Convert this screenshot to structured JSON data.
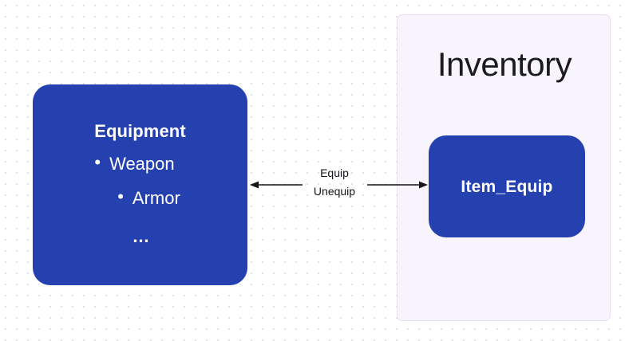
{
  "diagram": {
    "background": {
      "style": "dot-grid",
      "dot_color": "#dcdcdc",
      "page_color": "#ffffff"
    },
    "colors": {
      "node_blue": "#2541AF",
      "node_text": "#ffffff",
      "group_fill": "#f8f4fd",
      "group_border": "#e9dff7",
      "arrow": "#16161a"
    },
    "nodes": {
      "equipment": {
        "title": "Equipment",
        "items": [
          {
            "bullet": "•",
            "label": "Weapon"
          },
          {
            "bullet": "•",
            "label": "Armor"
          }
        ],
        "ellipsis": "…"
      },
      "item_equip": {
        "label": "Item_Equip"
      }
    },
    "groups": {
      "inventory": {
        "title": "Inventory"
      }
    },
    "edge": {
      "labels": [
        "Equip",
        "Unequip"
      ],
      "direction": "bidirectional",
      "from": "Equipment",
      "to": "Item_Equip",
      "arrowhead_left": "left-arrowhead",
      "arrowhead_right": "right-arrowhead"
    }
  }
}
